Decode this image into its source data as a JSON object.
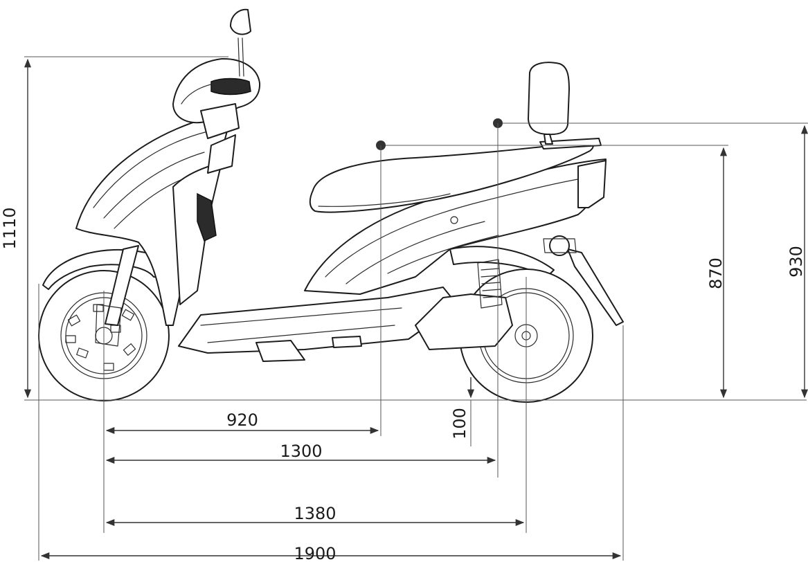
{
  "dimensions": {
    "overall_height": "1110",
    "seat_height": "870",
    "backrest_height": "930",
    "ground_clearance": "100",
    "front_to_seat": "920",
    "front_to_backrest": "1300",
    "wheelbase": "1380",
    "overall_length": "1900"
  },
  "colors": {
    "line": "#1c1c1c",
    "background": "#ffffff"
  }
}
